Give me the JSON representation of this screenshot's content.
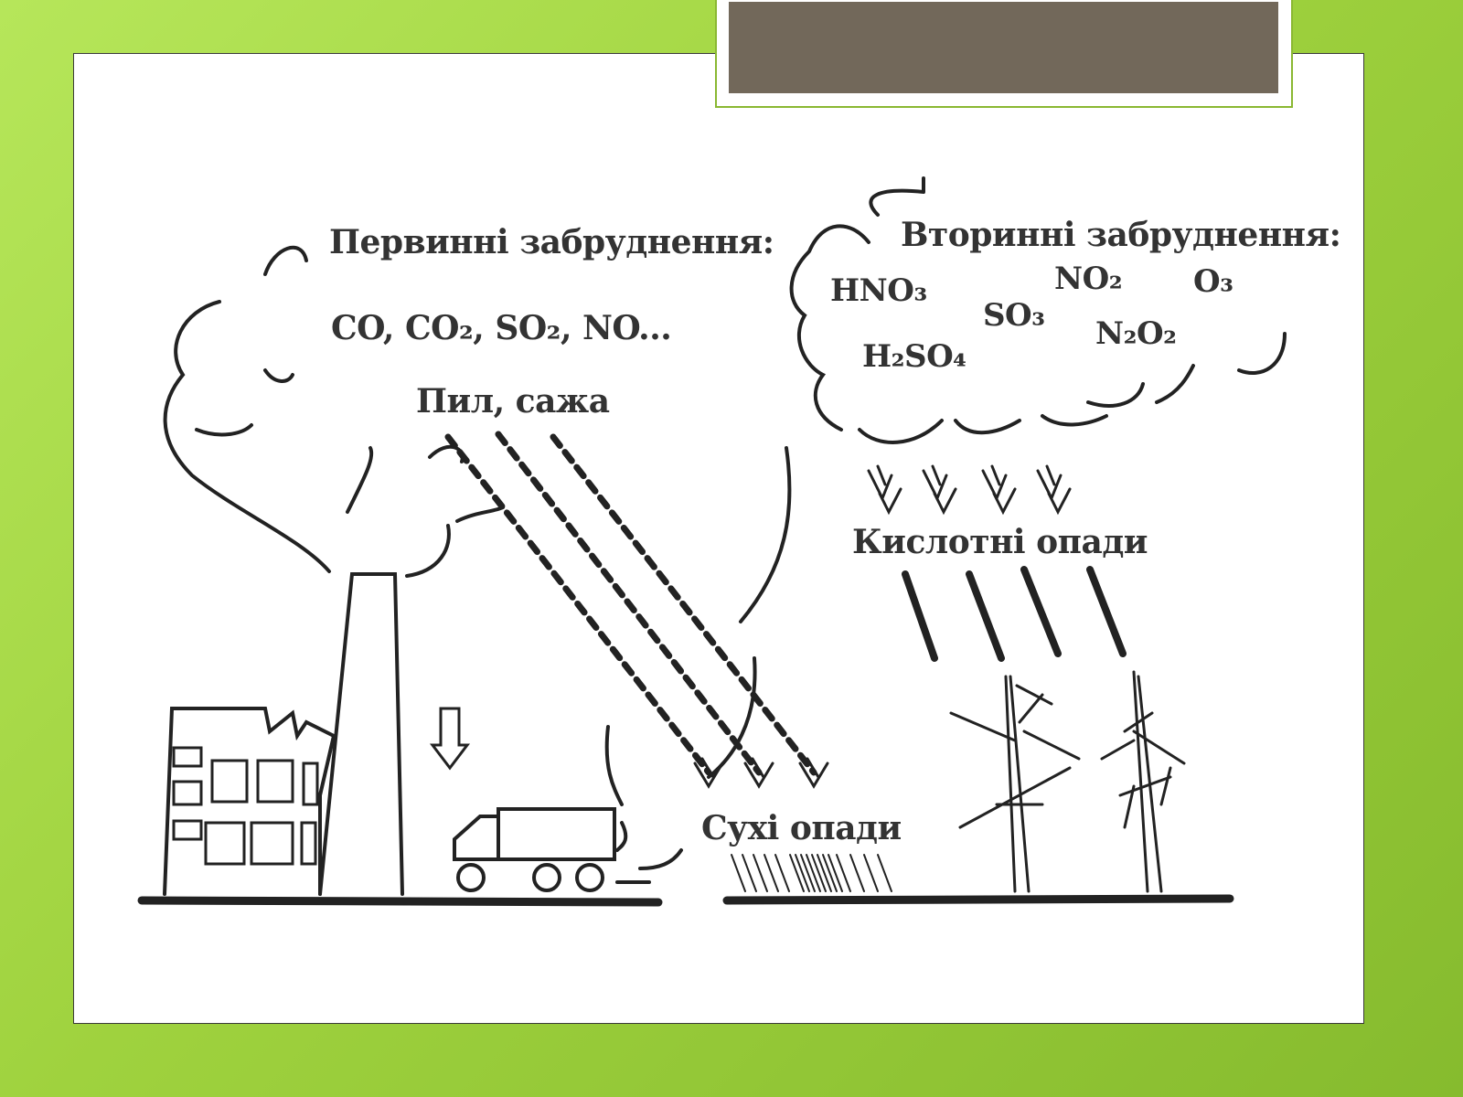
{
  "diagram": {
    "primary_title": "Первинні забруднення:",
    "primary_list": "CO, CO₂, SO₂, NO...",
    "dust": "Пил, сажа",
    "secondary_title": "Вторинні забруднення:",
    "formulas": {
      "hno3": "HNO₃",
      "h2so4": "H₂SO₄",
      "so3": "SO₃",
      "no2": "NO₂",
      "n2o2": "N₂O₂",
      "o3": "O₃"
    },
    "acid_rain": "Кислотні опади",
    "dry_deposition": "Сухі опади"
  },
  "colors": {
    "slide_green": "#9fd23e",
    "title_box": "#72685a",
    "ink": "#222222"
  }
}
